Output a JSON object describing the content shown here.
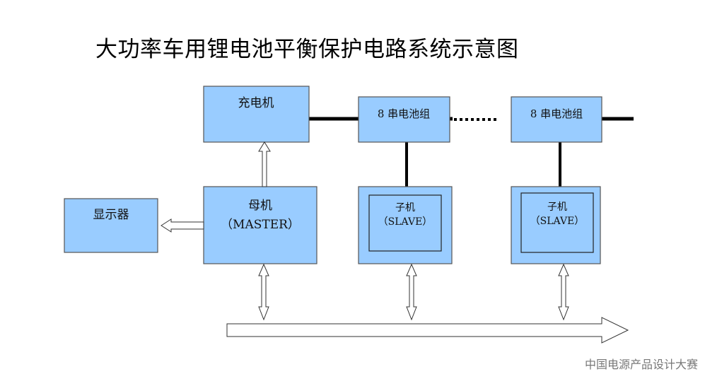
{
  "title": "大功率车用锂电池平衡保护电路系统示意图",
  "nodes": {
    "charger": "充电机",
    "display": "显示器",
    "master_line1": "母机",
    "master_line2": "（MASTER）",
    "battery_group_1": "8 串电池组",
    "battery_group_2": "8 串电池组",
    "slave1_line1": "子机",
    "slave1_line2": "（SLAVE）",
    "slave2_line1": "子机",
    "slave2_line2": "（SLAVE）"
  },
  "footer": "中国电源产品设计大赛",
  "colors": {
    "box_fill": "#99ccff",
    "box_stroke": "#555555",
    "wire": "#000000"
  }
}
